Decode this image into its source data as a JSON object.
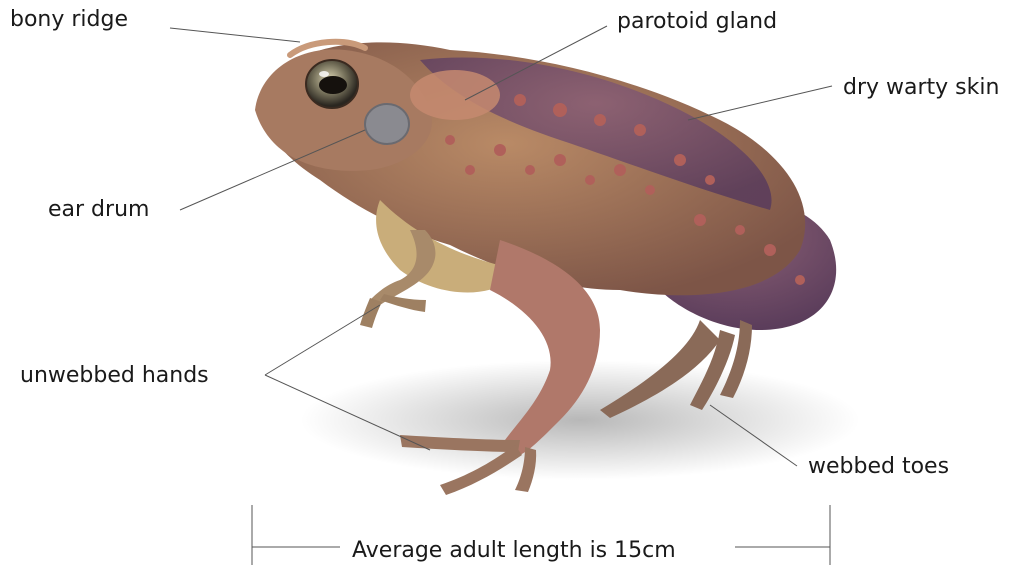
{
  "labels": {
    "bony_ridge": "bony ridge",
    "parotoid_gland": "parotoid gland",
    "dry_warty_skin": "dry warty skin",
    "ear_drum": "ear drum",
    "unwebbed_hands": "unwebbed hands",
    "webbed_toes": "webbed toes",
    "length": "Average adult length is 15cm"
  },
  "colors": {
    "leader_line": "#555555",
    "text": "#1a1a1a",
    "toad_body": "#9c6f56",
    "toad_back": "#6e4a6a",
    "warts": "#b0605a",
    "belly": "#c9ad7a"
  },
  "image": {
    "subject_icon": "toad-illustration"
  }
}
